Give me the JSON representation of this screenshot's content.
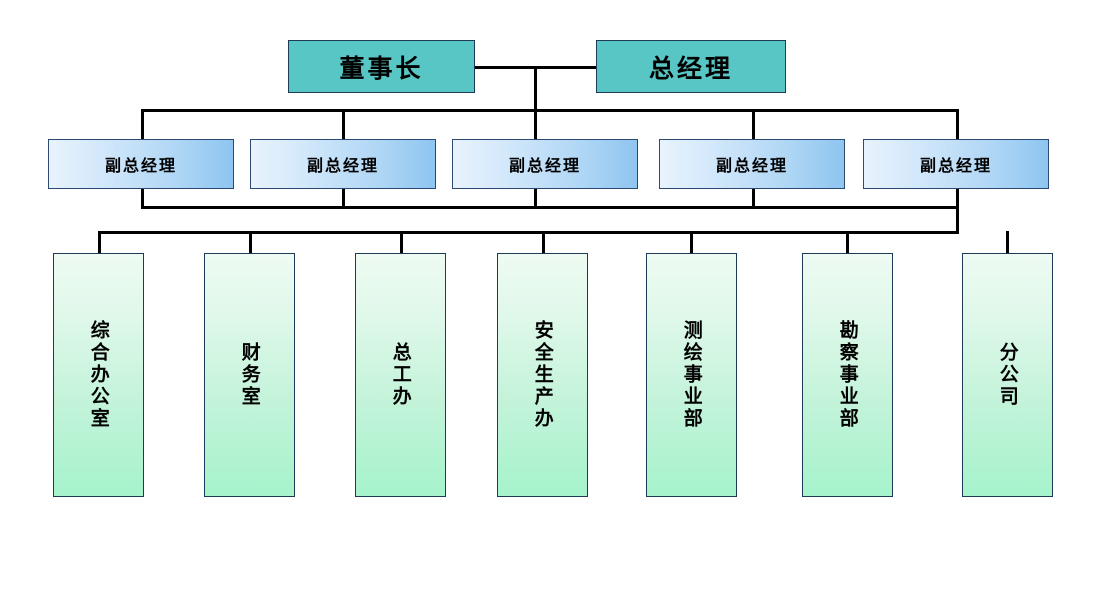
{
  "chart": {
    "title": "",
    "type": "org-chart",
    "colors": {
      "exec_fill": "#57c6c4",
      "deputy_fill_light": "#e8f3fd",
      "deputy_fill_dark": "#8ec5f0",
      "dept_fill_light": "#eefbf2",
      "dept_fill_dark": "#a6f3cc",
      "border": "#1d3a57",
      "connector": "#000000"
    }
  },
  "levels": {
    "executives": [
      {
        "id": "chairman",
        "label": "董事长"
      },
      {
        "id": "general-manager",
        "label": "总经理"
      }
    ],
    "deputies": [
      {
        "id": "deputy-1",
        "label": "副总经理"
      },
      {
        "id": "deputy-2",
        "label": "副总经理"
      },
      {
        "id": "deputy-3",
        "label": "副总经理"
      },
      {
        "id": "deputy-4",
        "label": "副总经理"
      },
      {
        "id": "deputy-5",
        "label": "副总经理"
      }
    ],
    "departments": [
      {
        "id": "general-office",
        "label": "综合办公室"
      },
      {
        "id": "finance-office",
        "label": "财务室"
      },
      {
        "id": "chief-engineer",
        "label": "总工办"
      },
      {
        "id": "safety-production",
        "label": "安全生产办"
      },
      {
        "id": "surveying-mapping",
        "label": "测绘事业部"
      },
      {
        "id": "exploration",
        "label": "勘察事业部"
      },
      {
        "id": "branch-company",
        "label": "分公司"
      }
    ]
  }
}
